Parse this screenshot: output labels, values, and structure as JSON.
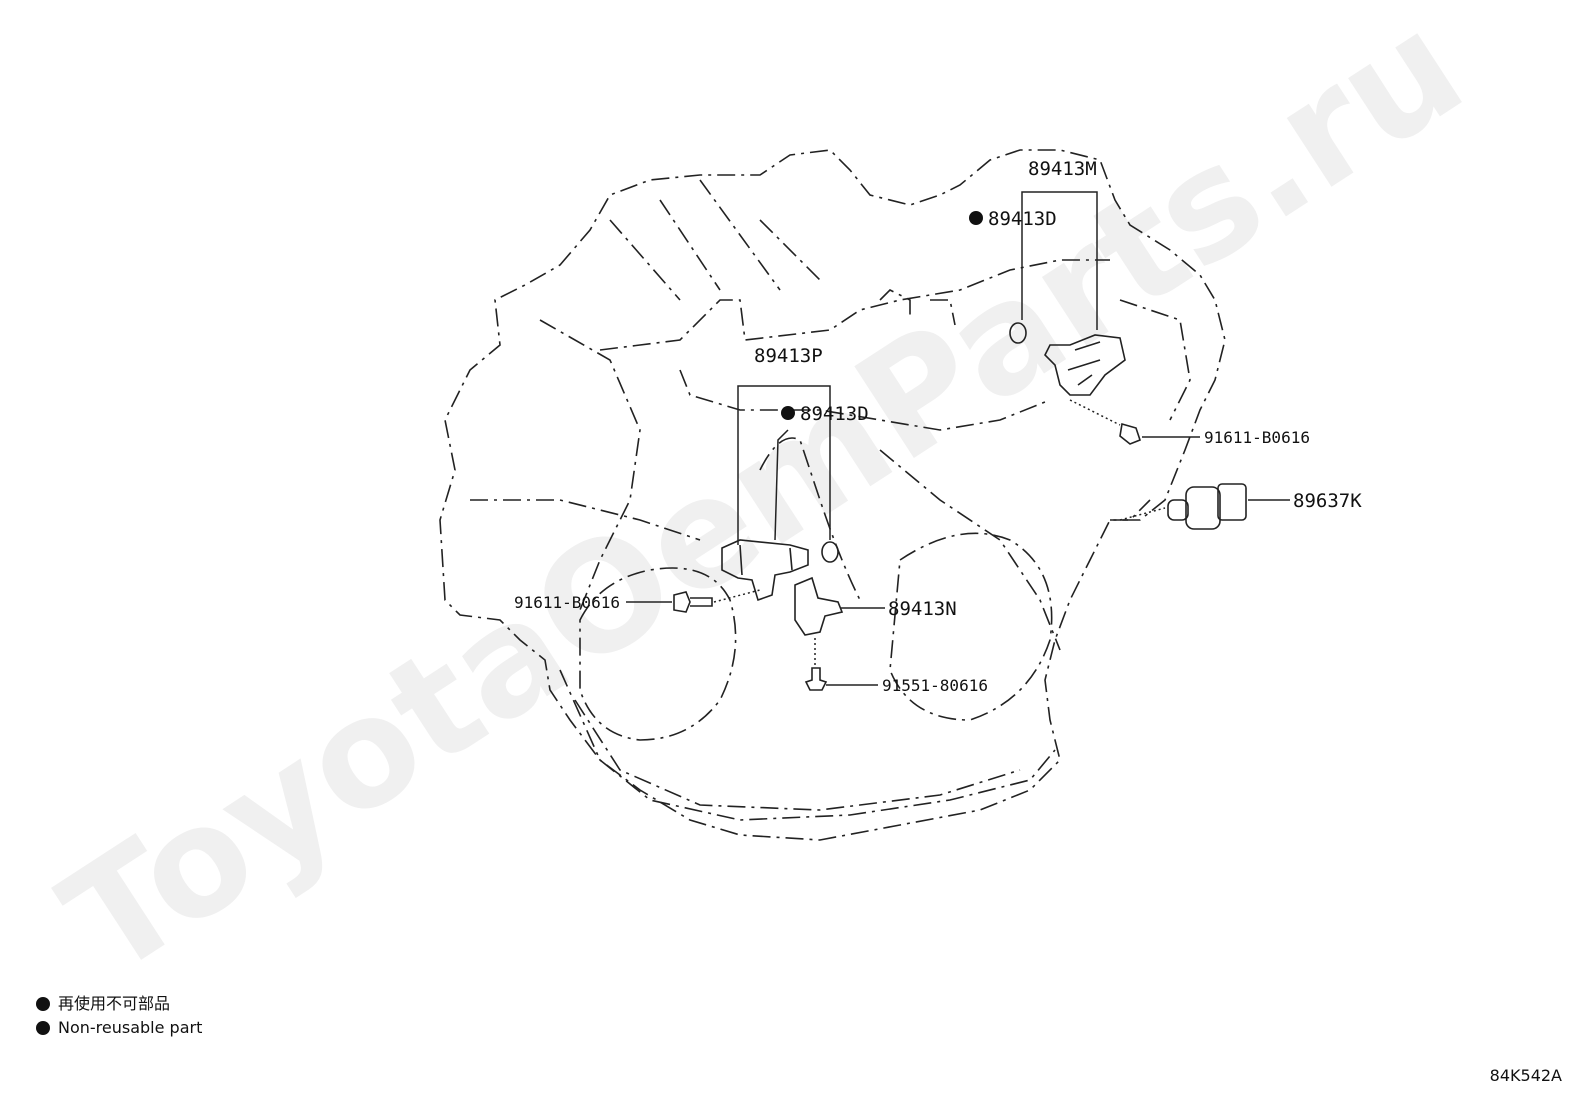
{
  "watermark": "ToyotaOemParts.ru",
  "parts": {
    "p89413M": "89413M",
    "p89413D_right": "89413D",
    "p89413P": "89413P",
    "p89413D_left": "89413D",
    "p91611_right": "91611-B0616",
    "p89637K": "89637K",
    "p91611_left": "91611-B0616",
    "p89413N": "89413N",
    "p91551": "91551-80616"
  },
  "legend": {
    "ja": "再使用不可部品",
    "en": "Non-reusable part"
  },
  "diagram_code": "84K542A"
}
